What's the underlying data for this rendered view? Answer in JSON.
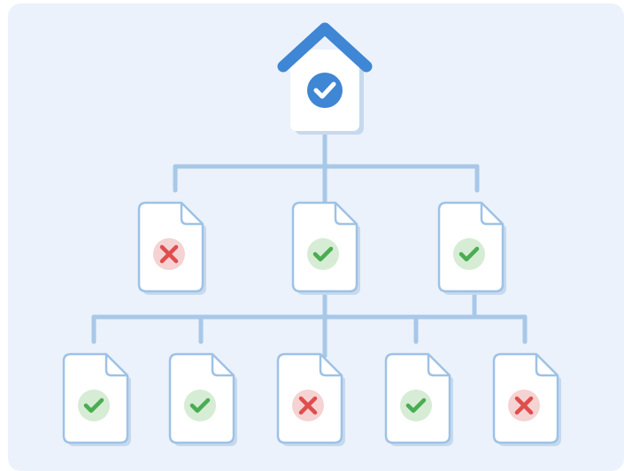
{
  "colors": {
    "background": "#ebf2fb",
    "connector": "#a8c8e8",
    "node_outline": "#9ec2e6",
    "node_shadow": "#c6d9ee",
    "roof": "#3f86d4",
    "home_badge": "#3f86d4",
    "pass_badge": "#d6ecd4",
    "pass_mark": "#4aad52",
    "fail_badge": "#f5d3d3",
    "fail_mark": "#e04d4d"
  },
  "diagram": {
    "root": {
      "icon": "home-icon",
      "status": "verified"
    },
    "level_1": [
      {
        "icon": "document-icon",
        "status": "fail"
      },
      {
        "icon": "document-icon",
        "status": "pass"
      },
      {
        "icon": "document-icon",
        "status": "pass"
      }
    ],
    "level_2": [
      {
        "icon": "document-icon",
        "status": "pass"
      },
      {
        "icon": "document-icon",
        "status": "pass"
      },
      {
        "icon": "document-icon",
        "status": "fail"
      },
      {
        "icon": "document-icon",
        "status": "pass"
      },
      {
        "icon": "document-icon",
        "status": "fail"
      }
    ]
  }
}
